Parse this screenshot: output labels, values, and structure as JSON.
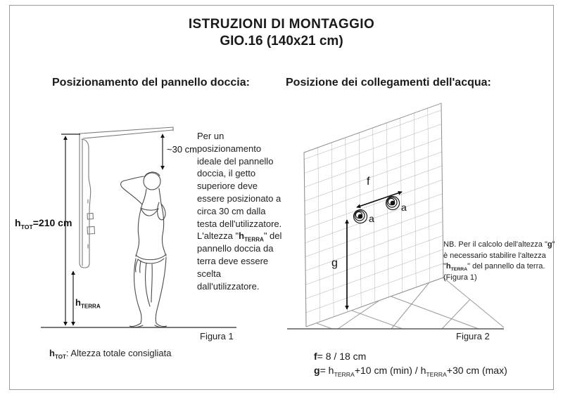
{
  "title": {
    "line1": "ISTRUZIONI DI MONTAGGIO",
    "line2": "GIO.16  (140x21 cm)"
  },
  "figure1": {
    "heading": "Posizionamento del pannello doccia:",
    "dim_30cm": "~30 cm",
    "h_tot": {
      "h": "h",
      "sub": "TOT",
      "eq": "=210 cm"
    },
    "h_terra": {
      "h": "h",
      "sub": "TERRA"
    },
    "caption": "Figura 1",
    "footnote": {
      "h": "h",
      "sub": "TOT",
      "text": ": Altezza totale consigliata"
    },
    "paragraph": {
      "part1": "Per un posizionamento ideale del pannello doccia, il getto superiore deve essere posizionato a circa 30 cm dalla testa dell'utilizzatore. L'altezza \"",
      "h": "h",
      "sub": "TERRA",
      "part2": "\" del pannello doccia da terra deve essere scelta dall'utilizzatore."
    }
  },
  "figure2": {
    "heading": "Posizione dei collegamenti dell'acqua:",
    "label_f": "f",
    "label_g": "g",
    "label_a1": "a",
    "label_a2": "a",
    "caption": "Figura 2",
    "note": {
      "part1": "NB. Per il calcolo dell'altezza \"",
      "g": "g",
      "part2": "\" è necessario stabilire l'altezza \"",
      "h": "h",
      "sub": "TERRA",
      "part3": "\" del pannello da terra.  (Figura 1)"
    }
  },
  "formulas": {
    "f": {
      "sym": "f",
      "eq": "= 8 / 18 cm"
    },
    "g": {
      "sym": "g",
      "eq": "= ",
      "h1": "h",
      "sub1": "TERRA",
      "mid1": "+10 cm (min) / ",
      "h2": "h",
      "sub2": "TERRA",
      "mid2": "+30 cm (max)"
    }
  },
  "colors": {
    "ink": "#1a1a1a",
    "drawing_line": "#555555",
    "grid_line": "#aaaaaa",
    "page_border": "#9a9a9a"
  }
}
